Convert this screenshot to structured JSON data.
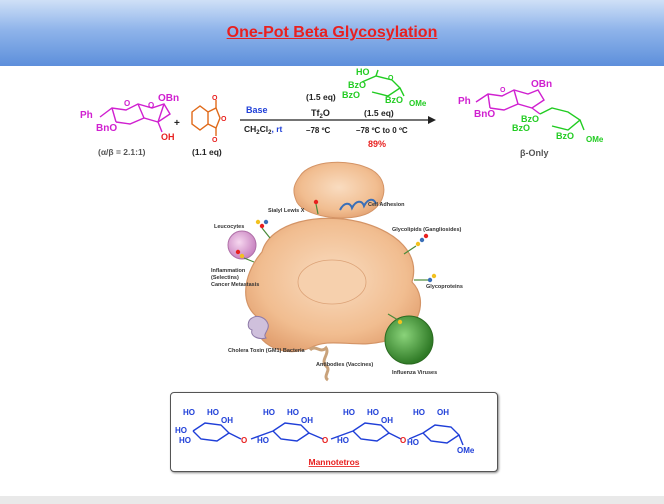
{
  "slide": {
    "title": "One-Pot Beta Glycosylation"
  },
  "reaction": {
    "donor": {
      "ph": "Ph",
      "obn": "OBn",
      "bno": "BnO",
      "oh": "OH",
      "anomer_ratio": "(α/β = 2.1:1)"
    },
    "plus": "+",
    "additive_eq": "(1.1 eq)",
    "step1": {
      "base": "Base",
      "solvent": "CH",
      "solvent_sub": "2",
      "solvent_tail": "Cl",
      "solvent_sub2": "2",
      "solvent_temp": ", rt"
    },
    "step2": {
      "eq": "(1.5 eq)",
      "reagent": "Tf",
      "reagent_sub": "2",
      "reagent_tail": "O",
      "temp": "–78 ºC"
    },
    "step3": {
      "acceptor_ho": "HO",
      "acceptor_bzo1": "BzO",
      "acceptor_bzo2": "BzO",
      "acceptor_bzo3": "BzO",
      "acceptor_ome": "OMe",
      "eq": "(1.5 eq)",
      "temp": "–78 ºC to 0 ºC",
      "yield": "89%"
    },
    "product": {
      "ph": "Ph",
      "obn": "OBn",
      "bno": "BnO",
      "bzo1": "BzO",
      "bzo2": "BzO",
      "bzo3": "BzO",
      "ome": "OMe",
      "selectivity": "β-Only"
    }
  },
  "cell_diagram": {
    "labels": {
      "sialyl": "Sialyl Lewis X",
      "leucocytes": "Leucocytes",
      "cell_adhesion": "Cell Adhesion",
      "glycolipids": "Glycolipids (Gangliosides)",
      "inflammation_1": "Inflammation",
      "inflammation_2": "(Selectins)",
      "inflammation_3": "Cancer Metastasis",
      "glycoproteins": "Glycoproteins",
      "cholera": "Cholera Toxin (GM1) Bacteria",
      "antibodies": "Antibodies (Vaccines)",
      "influenza": "Influenza Viruses"
    }
  },
  "mannotetros": {
    "name": "Mannotetros",
    "ho": "HO",
    "oh": "OH",
    "o": "O",
    "ome": "OMe"
  },
  "colors": {
    "title": "#e8201f",
    "blue_text": "#1f3fd8",
    "green_text": "#22cc22",
    "magenta_text": "#d020d0",
    "red_text": "#e8201f",
    "cell_fill": "#f3c49b"
  }
}
